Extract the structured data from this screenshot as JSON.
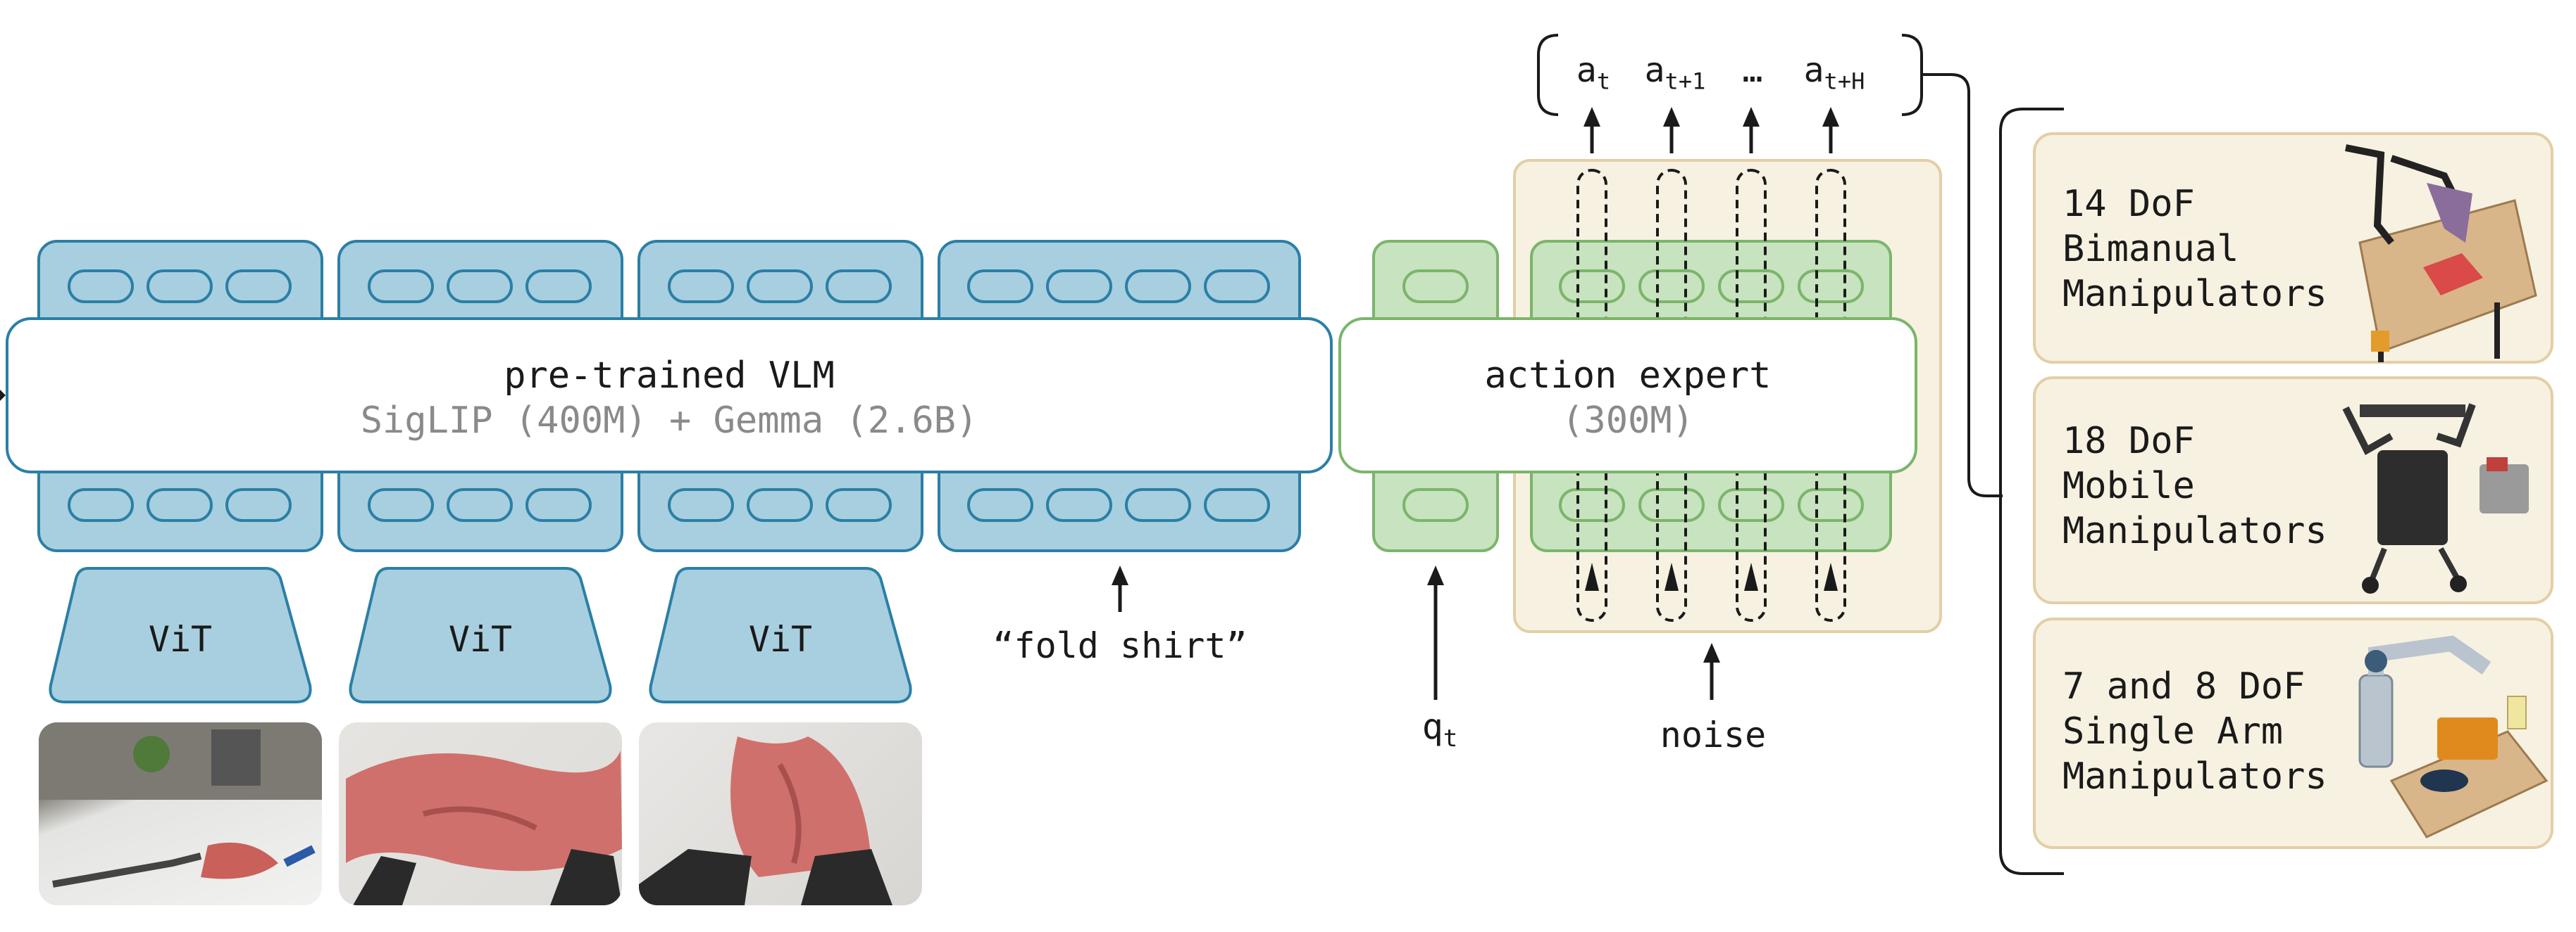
{
  "vlm": {
    "title": "pre-trained VLM",
    "subtitle": "SigLIP (400M) + Gemma (2.6B)"
  },
  "vit_label": "ViT",
  "prompt_text": "“fold shirt”",
  "action_expert": {
    "title": "action expert",
    "subtitle": "(300M)"
  },
  "state_label": {
    "base": "q",
    "sub": "t"
  },
  "noise_label": "noise",
  "actions": [
    {
      "base": "a",
      "sub": "t"
    },
    {
      "base": "a",
      "sub": "t+1"
    },
    {
      "base": "…",
      "sub": ""
    },
    {
      "base": "a",
      "sub": "t+H"
    }
  ],
  "robots": [
    {
      "lines": [
        "14 DoF",
        "Bimanual",
        "Manipulators"
      ]
    },
    {
      "lines": [
        "18 DoF",
        "Mobile",
        "Manipulators"
      ]
    },
    {
      "lines": [
        "7 and 8 DoF",
        "Single Arm",
        "Manipulators"
      ]
    }
  ],
  "colors": {
    "vlm_fill": "#a8cfdf",
    "vlm_stroke": "#2b7fa6",
    "expert_fill": "#c8e3bf",
    "expert_stroke": "#7bb56b",
    "beige_fill": "#f7f1e1",
    "beige_stroke": "#e3cfa6"
  }
}
